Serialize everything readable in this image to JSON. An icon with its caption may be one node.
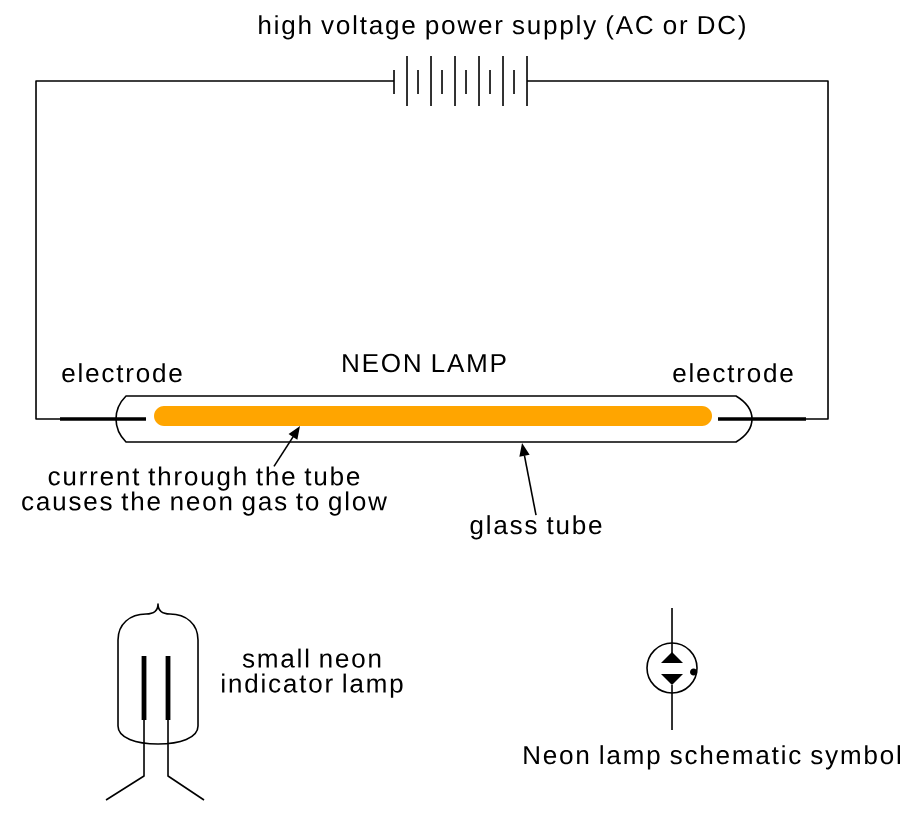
{
  "diagram": {
    "nodes": [
      {
        "text": [],
        "shape": "battery",
        "beside": [
          "high voltage power supply (AC or DC)"
        ]
      },
      {
        "text": [
          "NEON LAMP"
        ]
      },
      {
        "text": [],
        "shape": "bar",
        "in": 1
      },
      {
        "text": [
          "current through the tube causes the neon gas to glow"
        ]
      },
      {
        "text": [
          "glass tube"
        ]
      }
    ],
    "edges": [
      {
        "from": 0,
        "to": 1,
        "arrow": "none"
      },
      {
        "from": 0,
        "to": 1,
        "arrow": "none"
      },
      {
        "from": 3,
        "to": 2,
        "arrow": "to"
      },
      {
        "from": 4,
        "to": 1,
        "arrow": "to"
      }
    ],
    "labels": [
      "electrode",
      "electrode",
      "small neon indicator lamp",
      "Neon lamp schematic symbol"
    ]
  }
}
